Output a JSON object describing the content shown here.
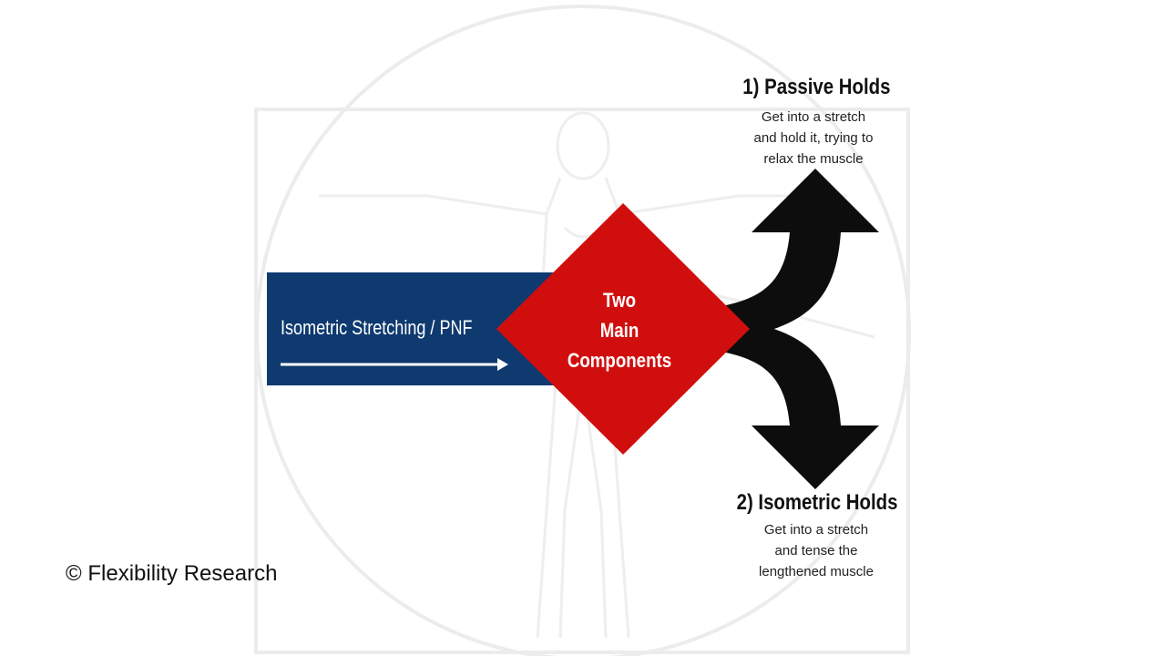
{
  "colors": {
    "bar": "#0f3a70",
    "diamond": "#d10e0e",
    "arrows": "#0d0d0d",
    "watermark": "#ececec"
  },
  "watermark": {
    "icon": "vitruvian-man-icon"
  },
  "input_bar": {
    "label": "Isometric Stretching / PNF"
  },
  "center": {
    "lines": [
      "Two",
      "Main",
      "Components"
    ]
  },
  "components": [
    {
      "heading": "1) Passive Holds",
      "desc_lines": [
        "Get into a stretch",
        "and hold it, trying to",
        "relax the muscle"
      ]
    },
    {
      "heading": "2) Isometric Holds",
      "desc_lines": [
        "Get into a stretch",
        "and tense the",
        "lengthened muscle"
      ]
    }
  ],
  "footer": {
    "copyright": "© Flexibility Research"
  }
}
